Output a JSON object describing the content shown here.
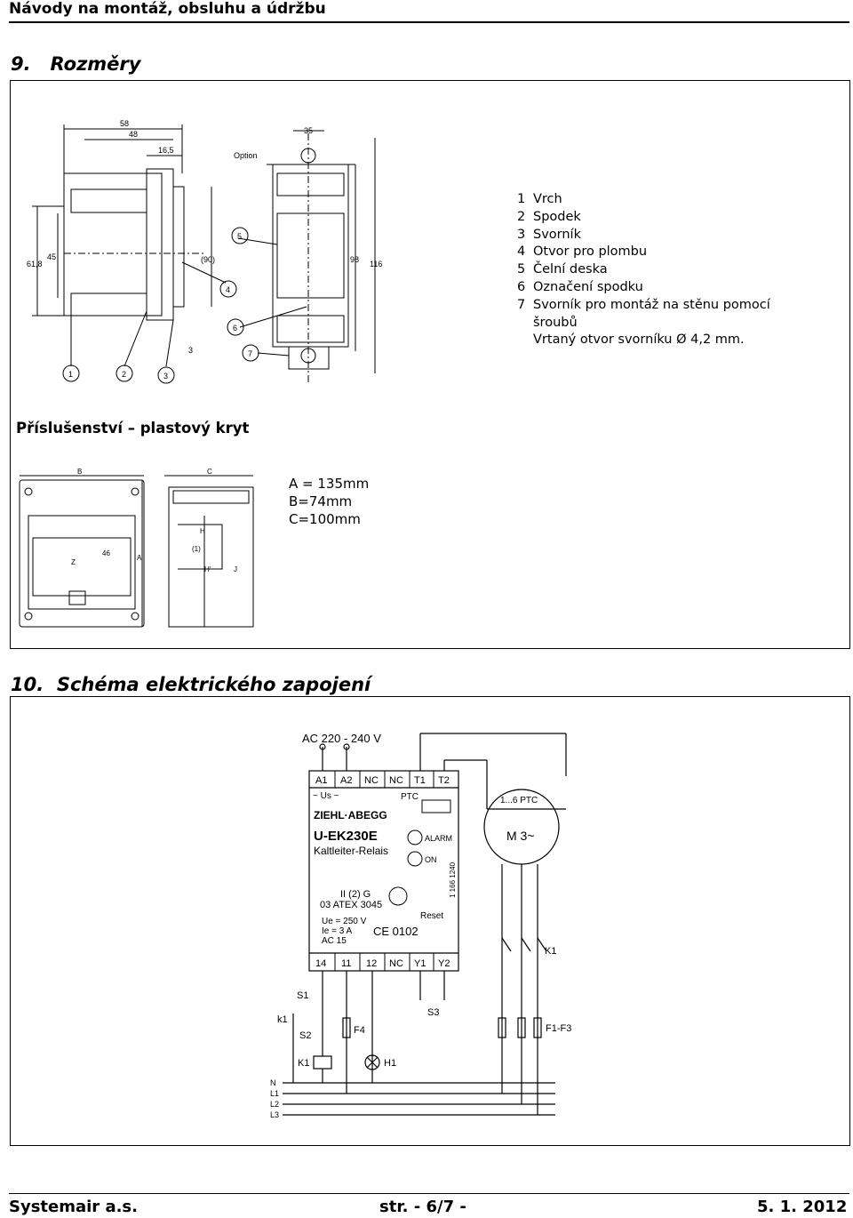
{
  "header": {
    "title": "Návody na montáž, obsluhu a údržbu"
  },
  "section9": {
    "title": "9.   Rozměry",
    "drawing": {
      "dims": [
        "58",
        "48",
        "16,5",
        "61,8",
        "45",
        "(90)",
        "35",
        "98",
        "116",
        "3"
      ],
      "option_label": "Option",
      "callouts": [
        "1",
        "2",
        "3",
        "4",
        "5",
        "6",
        "7"
      ]
    },
    "legend": [
      {
        "num": "1",
        "text": "Vrch"
      },
      {
        "num": "2",
        "text": "Spodek"
      },
      {
        "num": "3",
        "text": "Svorník"
      },
      {
        "num": "4",
        "text": "Otvor pro plombu"
      },
      {
        "num": "5",
        "text": "Čelní deska"
      },
      {
        "num": "6",
        "text": "Označení spodku"
      },
      {
        "num": "7",
        "text": "Svorník pro montáž na stěnu pomocí"
      },
      {
        "num": "",
        "text": "šroubů"
      },
      {
        "num": "",
        "text": "Vrtaný otvor svorníku Ø 4,2 mm."
      }
    ],
    "accessory": {
      "title": "Příslušenství – plastový kryt",
      "dims": [
        "A = 135mm",
        "B=74mm",
        "C=100mm"
      ],
      "drawing_labels": [
        "B",
        "C",
        "A",
        "Z",
        "46",
        "H",
        "H'",
        "J",
        "(1)"
      ]
    }
  },
  "section10": {
    "title": "10.  Schéma elektrického zapojení",
    "schematic": {
      "supply": "AC 220 - 240 V",
      "top_terminals": [
        "A1",
        "A2",
        "NC",
        "NC",
        "T1",
        "T2"
      ],
      "us_label": "~ Us ~",
      "ptc_label": "PTC",
      "brand": "ZIEHL·ABEGG",
      "model": "U-EK230E",
      "subtitle": "Kaltleiter-Relais",
      "alarm": "ALARM",
      "on": "ON",
      "serial": "1 166 1240",
      "atex1": "II (2) G",
      "atex2": "03 ATEX 3045",
      "ratings": [
        "Ue = 250 V",
        "Ie = 3 A",
        "AC 15"
      ],
      "ce": "CE 0102",
      "reset": "Reset",
      "bottom_terminals": [
        "14",
        "11",
        "12",
        "NC",
        "Y1",
        "Y2"
      ],
      "motor_ptc": "1...6 PTC",
      "motor": "M 3~",
      "labels": [
        "K1",
        "S1",
        "k1",
        "S2",
        "F4",
        "S3",
        "F1-F3",
        "K1",
        "H1"
      ],
      "lines": [
        "N",
        "L1",
        "L2",
        "L3"
      ]
    }
  },
  "footer": {
    "left": "Systemair a.s.",
    "center": "str. - 6/7 -",
    "right": "5. 1. 2012"
  }
}
